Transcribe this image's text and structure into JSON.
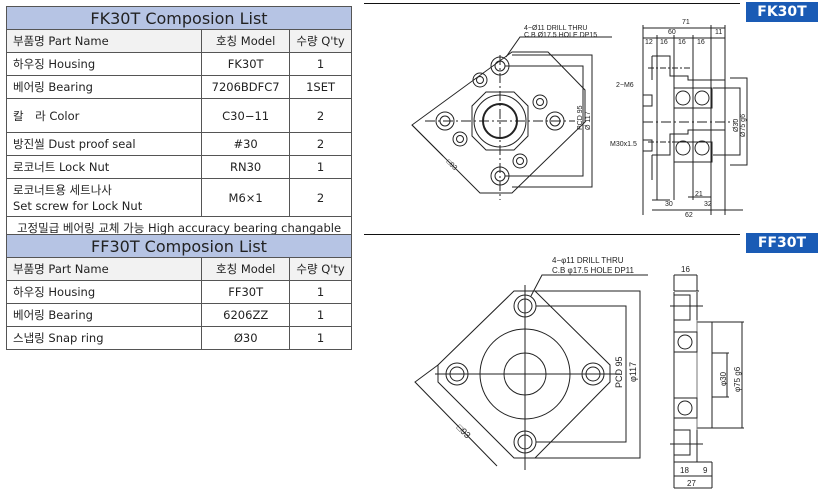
{
  "fk30t_table": {
    "title": "FK30T Composion List",
    "headers": [
      "부품명 Part Name",
      "호칭 Model",
      "수량 Q'ty"
    ],
    "rows": [
      [
        "하우징 Housing",
        "FK30T",
        "1"
      ],
      [
        "베어링 Bearing",
        "7206BDFC7",
        "1SET"
      ],
      [
        "칼　라 Color",
        "C30−11",
        "2"
      ],
      [
        "방진씰 Dust proof seal",
        "#30",
        "2"
      ],
      [
        "로코너트 Lock Nut",
        "RN30",
        "1"
      ],
      [
        "로코너트용 세트나사",
        "M6×1",
        "2"
      ]
    ],
    "row6_second_line": "Set screw for Lock Nut",
    "footer": "고정밀급 베어링 교체 가능 High accuracy bearing changable"
  },
  "ff30t_table": {
    "title": "FF30T Composion List",
    "headers": [
      "부품명 Part Name",
      "호칭 Model",
      "수량 Q'ty"
    ],
    "rows": [
      [
        "하우징 Housing",
        "FF30T",
        "1"
      ],
      [
        "베어링 Bearing",
        "6206ZZ",
        "1"
      ],
      [
        "스냅링 Snap ring",
        "Ø30",
        "1"
      ]
    ]
  },
  "fk30t_drawing": {
    "badge": "FK30T",
    "note_line1": "4−Ø11 DRILL THRU",
    "note_line2": "C.B Ø17.5 HOLE DP15",
    "pcd": "PCD 95",
    "dia": "Ø 117",
    "square": "□93",
    "dim_71": "71",
    "dim_60": "60",
    "dim_11": "11",
    "dim_12": "12",
    "dim_16a": "16",
    "dim_16b": "16",
    "dim_16c": "16",
    "tap": "2−M6",
    "thread": "M30x1.5",
    "bore": "Ø30",
    "od": "Ø75 g6",
    "dim_21": "21",
    "dim_30": "30",
    "dim_32": "32",
    "dim_62": "62"
  },
  "ff30t_drawing": {
    "badge": "FF30T",
    "note_line1": "4−φ11 DRILL THRU",
    "note_line2": "C.B φ17.5 HOLE DP11",
    "pcd": "PCD 95",
    "dia": "φ117",
    "square": "□93",
    "dim_16": "16",
    "bore": "φ30",
    "od": "φ75 g6",
    "dim_18": "18",
    "dim_9": "9",
    "dim_27": "27"
  },
  "colors": {
    "header_bg": "#b6c4e4",
    "badge_bg": "#1a5bb5"
  }
}
